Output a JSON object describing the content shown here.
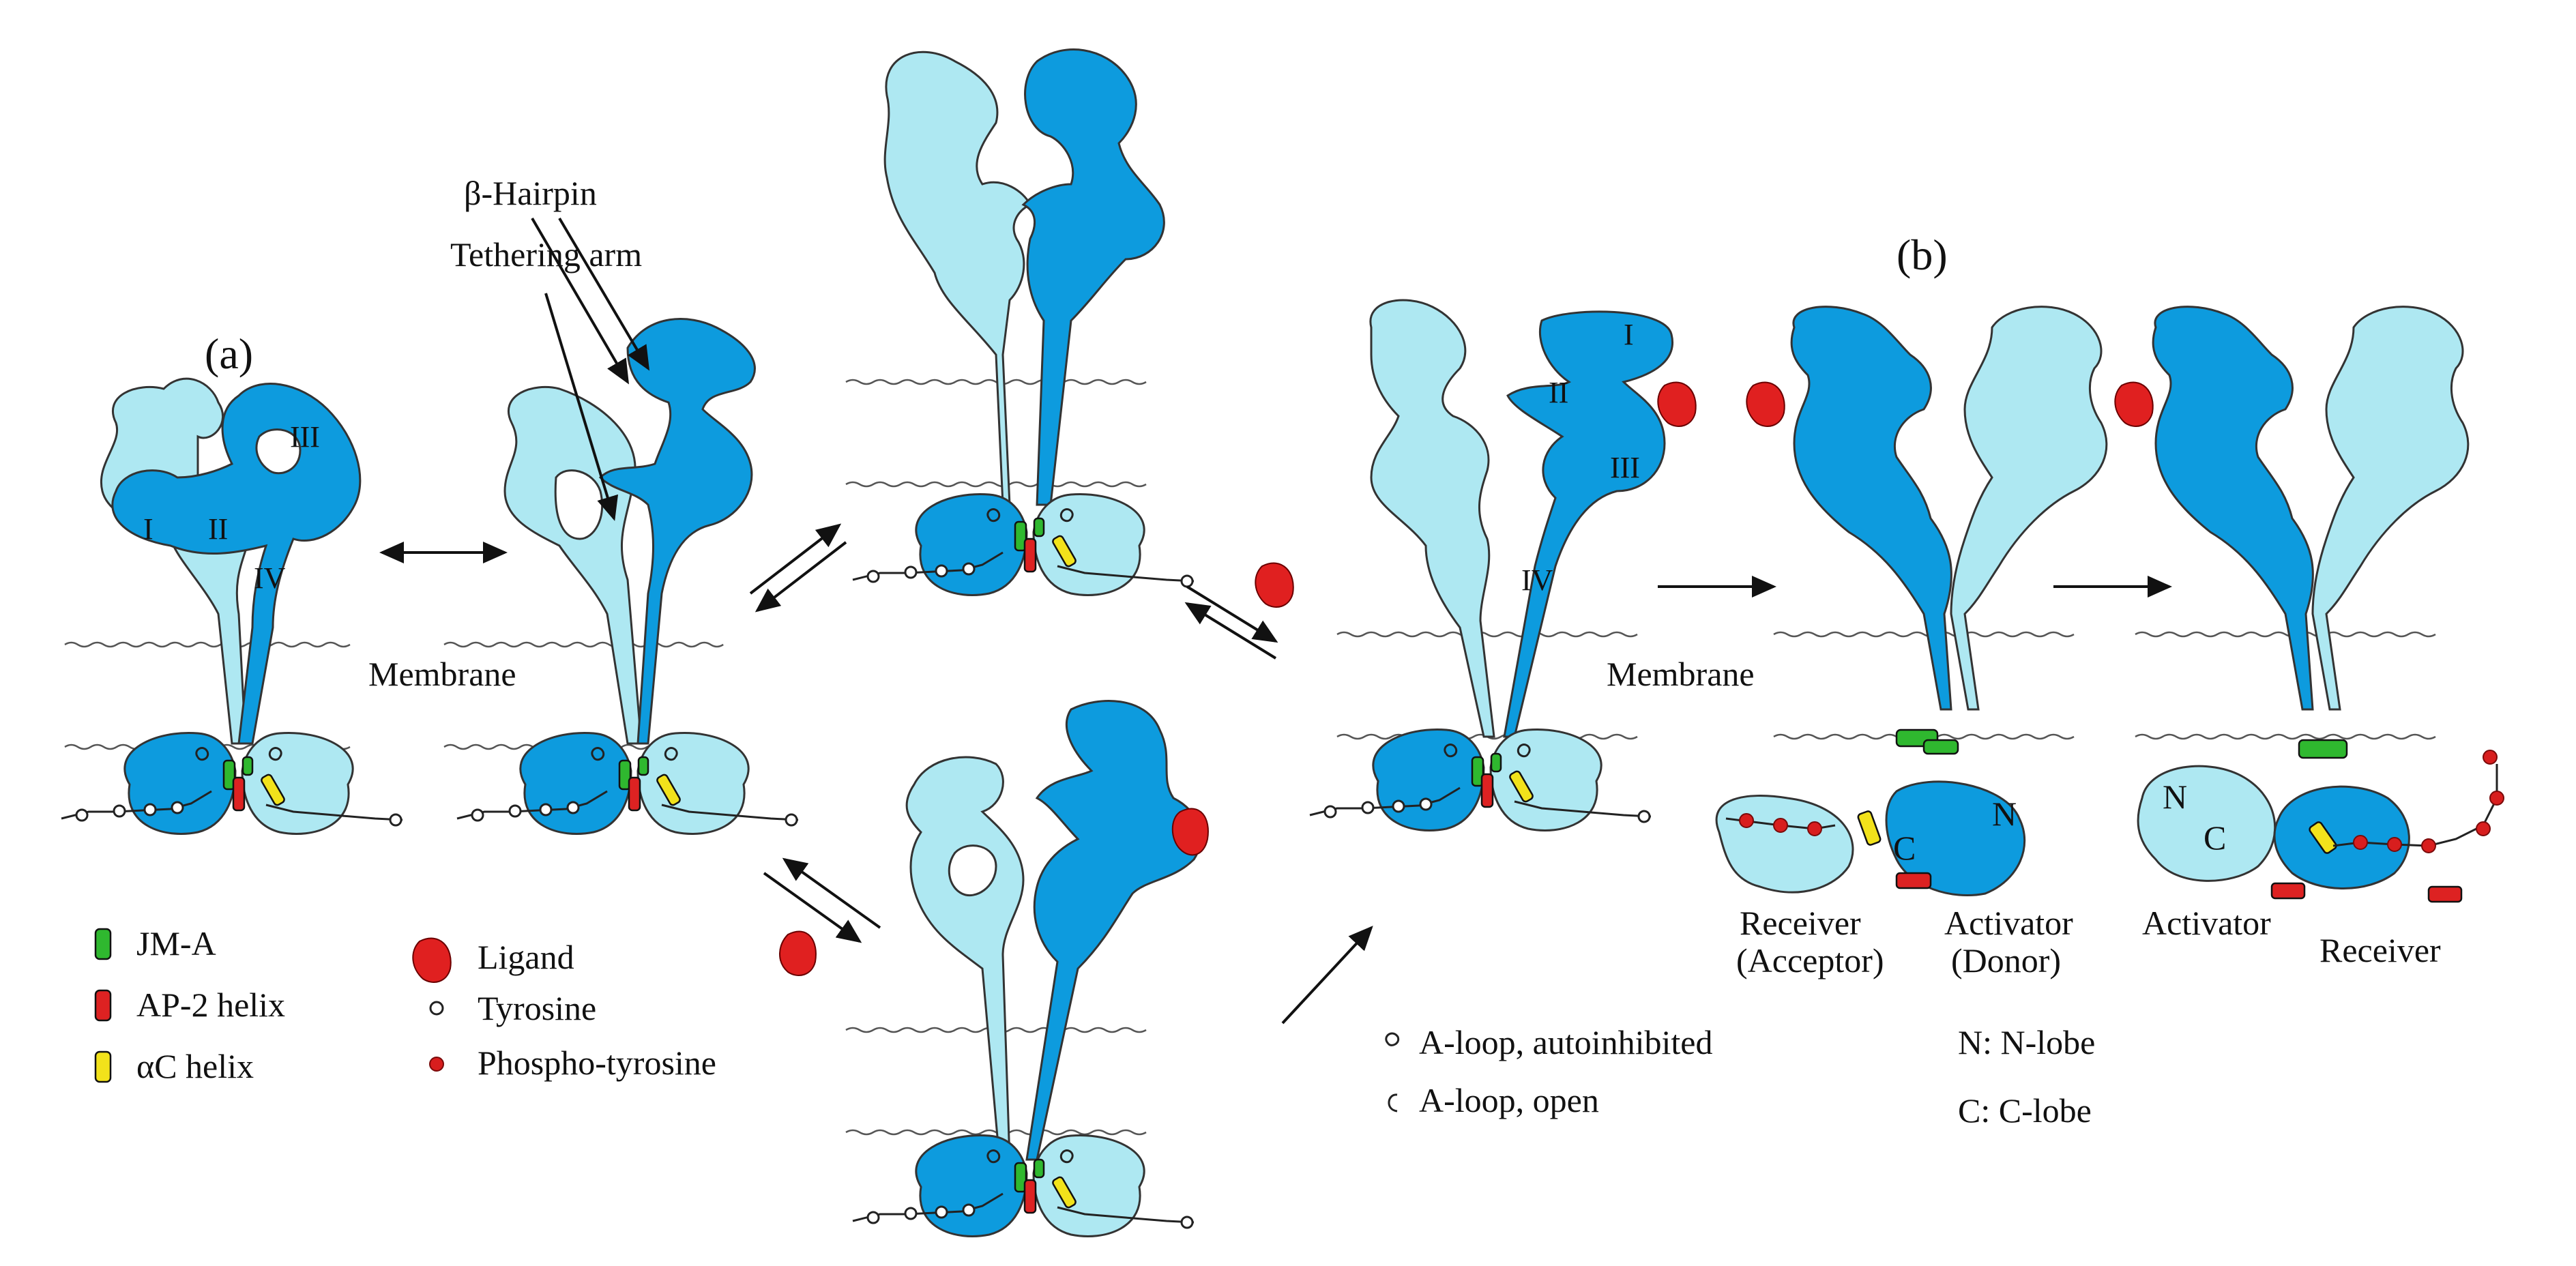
{
  "panels": {
    "a_label": "(a)",
    "b_label": "(b)"
  },
  "annotations": {
    "tethering_arm": "Tethering arm",
    "beta_hairpin": "β-Hairpin",
    "membrane": "Membrane"
  },
  "domains": {
    "d1": "I",
    "d2": "II",
    "d3": "III",
    "d4": "IV"
  },
  "kinase_labels": {
    "n": "N",
    "c": "C",
    "receiver_acceptor_1": "Receiver",
    "receiver_acceptor_2": "(Acceptor)",
    "activator_donor_1": "Activator",
    "activator_donor_2": "(Donor)",
    "activator": "Activator",
    "receiver": "Receiver"
  },
  "legend_left": [
    {
      "symbol": "jm-a",
      "label": "JM-A"
    },
    {
      "symbol": "ap2-helix",
      "label": "AP-2 helix"
    },
    {
      "symbol": "ac-helix",
      "label": "αC helix"
    },
    {
      "symbol": "ligand",
      "label": "Ligand"
    },
    {
      "symbol": "tyrosine",
      "label": "Tyrosine"
    },
    {
      "symbol": "phospho-tyrosine",
      "label": "Phospho-tyrosine"
    }
  ],
  "legend_right": [
    {
      "symbol": "a-loop-autoinhibited",
      "label": "A-loop, autoinhibited"
    },
    {
      "symbol": "a-loop-open",
      "label": "A-loop, open"
    },
    {
      "symbol": "n-lobe",
      "label": "N: N-lobe"
    },
    {
      "symbol": "c-lobe",
      "label": "C: C-lobe"
    }
  ],
  "colors": {
    "light_receptor": "#aee8f2",
    "dark_receptor": "#0d9bde",
    "jm_a": "#2fb82f",
    "ap2_helix": "#dd2222",
    "ac_helix": "#f2e21b",
    "ligand": "#e02020",
    "phospho_tyrosine": "#d81e1e"
  }
}
